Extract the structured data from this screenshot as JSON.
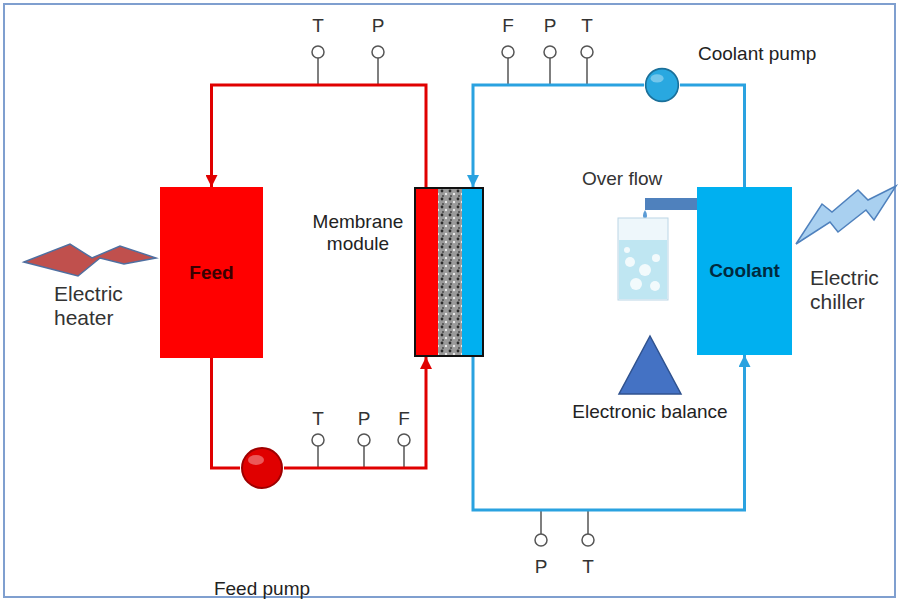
{
  "diagram": {
    "nodes": [
      {
        "text": [
          "Feed"
        ]
      },
      {
        "text": [
          "Membrane module"
        ]
      },
      {
        "text": [
          "Coolant"
        ]
      },
      {
        "text": [
          "Feed pump"
        ]
      },
      {
        "text": [
          "Coolant pump"
        ]
      },
      {
        "text": [
          "Electronic balance"
        ]
      }
    ],
    "edges": [
      {
        "from": 0,
        "to": 3,
        "arrow": "none"
      },
      {
        "from": 3,
        "to": 1,
        "arrow": "to"
      },
      {
        "from": 1,
        "to": 0,
        "arrow": "to"
      },
      {
        "from": 2,
        "to": 4,
        "arrow": "none"
      },
      {
        "from": 4,
        "to": 1,
        "arrow": "to"
      },
      {
        "from": 1,
        "to": 2,
        "arrow": "to"
      }
    ],
    "labels": [
      "T",
      "P",
      "F",
      "P",
      "T",
      "T",
      "P",
      "F",
      "P",
      "T",
      "Electric heater",
      "Over flow",
      "Electric chiller"
    ]
  }
}
